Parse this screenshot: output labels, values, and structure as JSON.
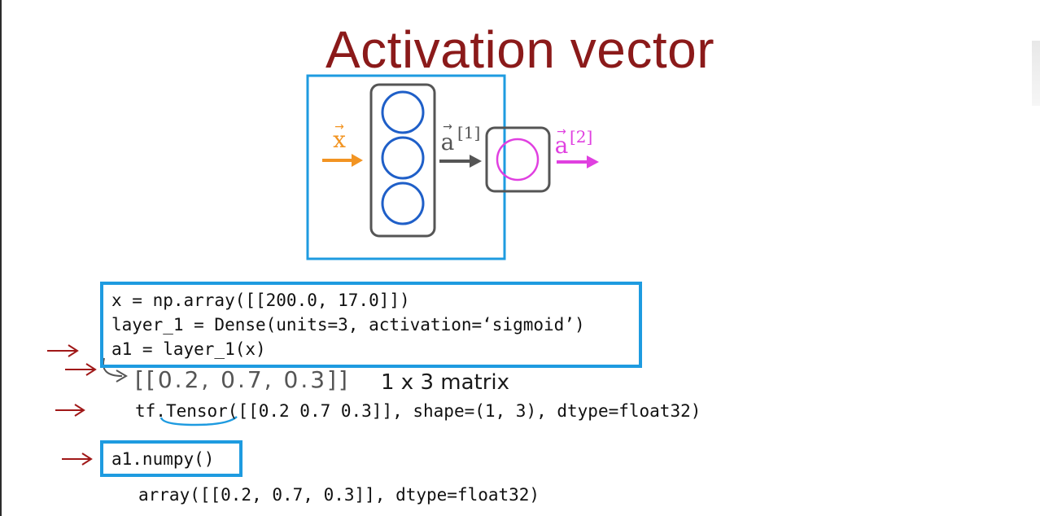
{
  "title": "Activation vector",
  "diagram": {
    "input_label": "x",
    "hidden_label": "a",
    "hidden_superscript": "[1]",
    "output_label": "a",
    "output_superscript": "[2]",
    "vector_mark": "→"
  },
  "code": {
    "line1": "x = np.array([[200.0, 17.0]])",
    "line2": "layer_1 = Dense(units=3, activation=‘sigmoid’)",
    "line3": "a1 = layer_1(x)",
    "handwritten_value": "[[0.2, 0.7, 0.3]]",
    "matrix_note": "1 x 3 matrix",
    "tensor_prefix": "tf.",
    "tensor_word": "Tensor",
    "tensor_rest": "([[0.2 0.7 0.3]], shape=(1, 3), dtype=float32)",
    "numpy_call": "a1.numpy()",
    "numpy_output": "array([[0.2, 0.7, 0.3]], dtype=float32)"
  },
  "colors": {
    "title": "#8b1a1a",
    "box_blue": "#1e9be0",
    "neuron_blue": "#1f5fc8",
    "input_orange": "#f29422",
    "output_magenta": "#e040e0",
    "arrow_red": "#a01818",
    "layer_gray": "#555555"
  }
}
